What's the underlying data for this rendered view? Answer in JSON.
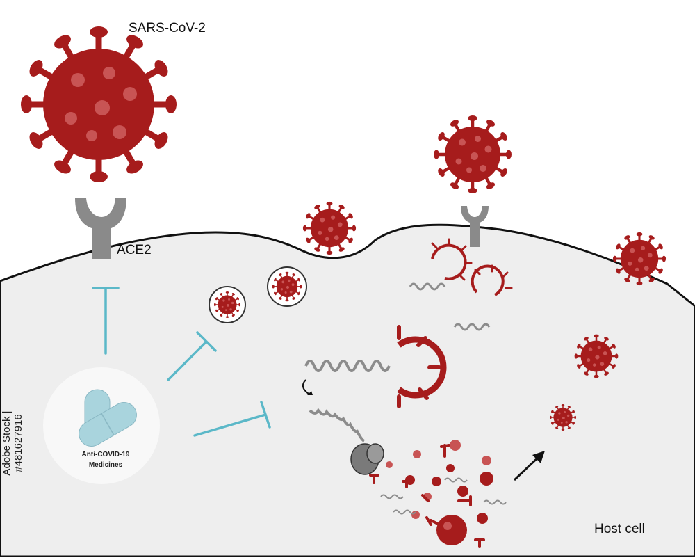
{
  "labels": {
    "virus_name": "SARS-CoV-2",
    "receptor": "ACE2",
    "host_cell": "Host cell",
    "medicine_line1": "Anti-COVID-19",
    "medicine_line2": "Medicines",
    "stock_id": "Adobe Stock | #481627916"
  },
  "colors": {
    "virus": "#a61c1c",
    "virus_spot": "#c85454",
    "receptor": "#8a8a8a",
    "cell_fill": "#eeeeee",
    "cell_membrane": "#111111",
    "inhibitor": "#5bb8c8",
    "pill": "#a9d4dd",
    "rna": "#8c8c8c"
  },
  "icons": {
    "virus": "coronavirus-particle",
    "receptor": "y-shaped-receptor",
    "inhibitor": "t-bar-inhibition-symbol",
    "pills": "capsule-pills",
    "ribosome": "ribosome",
    "arrow": "release-arrow"
  }
}
